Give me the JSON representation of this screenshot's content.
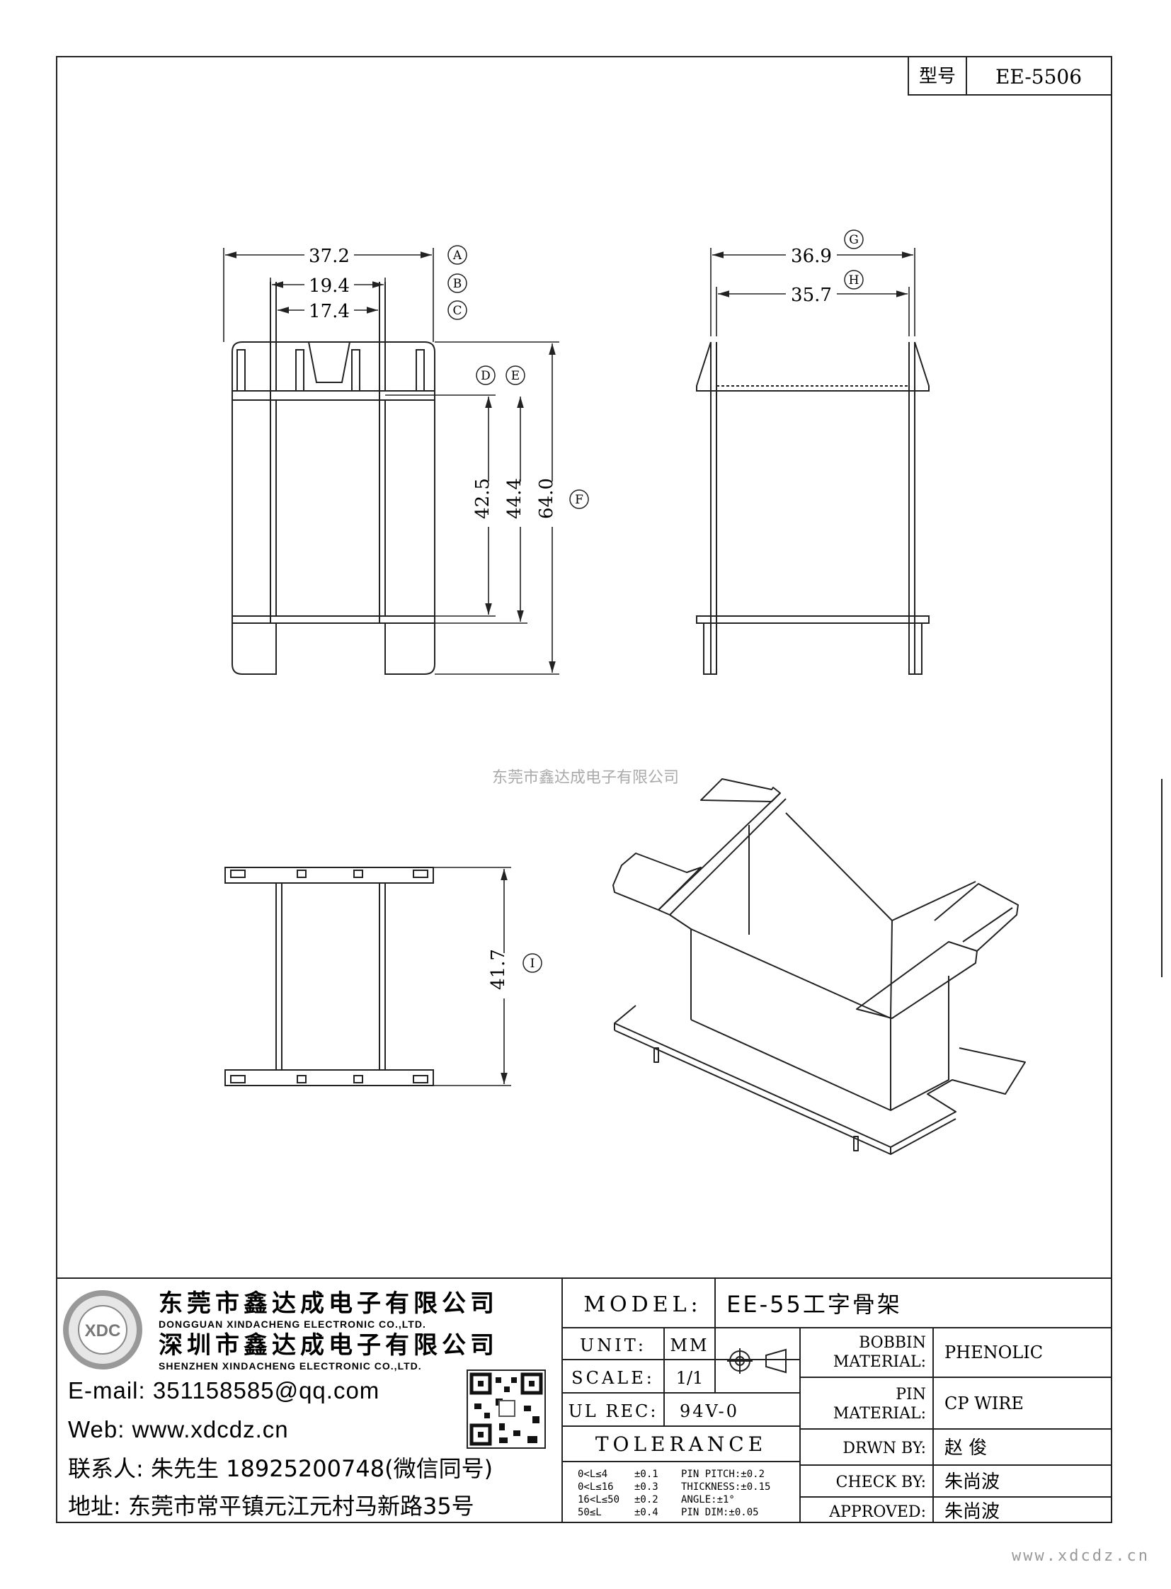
{
  "model_box": {
    "label": "型号",
    "value": "EE-5506"
  },
  "dimensions": {
    "A": "37.2",
    "B": "19.4",
    "C": "17.4",
    "D": "42.5",
    "E": "44.4",
    "F": "64.0",
    "G": "36.9",
    "H": "35.7",
    "I": "41.7"
  },
  "callouts": {
    "A": "A",
    "B": "B",
    "C": "C",
    "D": "D",
    "E": "E",
    "F": "F",
    "G": "G",
    "H": "H",
    "I": "I"
  },
  "watermark": "东莞市鑫达成电子有限公司",
  "company": {
    "logo_letters": "XDC",
    "name_dg": "东莞市鑫达成电子有限公司",
    "name_dg_en": "DONGGUAN XINDACHENG ELECTRONIC CO.,LTD.",
    "name_sz": "深圳市鑫达成电子有限公司",
    "name_sz_en": "SHENZHEN XINDACHENG ELECTRONIC CO.,LTD.",
    "email": "E-mail: 351158585@qq.com",
    "web": "Web: www.xdcdz.cn",
    "contact": "联系人: 朱先生 18925200748(微信同号)",
    "address": "地址: 东莞市常平镇元江元村马新路35号"
  },
  "title_block": {
    "model_label": "MODEL:",
    "model_value": "EE-55工字骨架",
    "unit_label": "UNIT:",
    "unit_value": "MM",
    "scale_label": "SCALE:",
    "scale_value": "1/1",
    "ulrec_label": "UL REC:",
    "ulrec_value": "94V-0",
    "tolerance_label": "TOLERANCE",
    "bobbin_material_label_1": "BOBBIN",
    "bobbin_material_label_2": "MATERIAL:",
    "bobbin_material_value": "PHENOLIC",
    "pin_material_label_1": "PIN",
    "pin_material_label_2": "MATERIAL:",
    "pin_material_value": "CP WIRE",
    "drawn_label": "DRWN BY:",
    "drawn_value": "赵  俊",
    "check_label": "CHECK BY:",
    "check_value": "朱尚波",
    "approved_label": "APPROVED:",
    "approved_value": "朱尚波",
    "tolerance_rows": [
      {
        "range": "0<L≤4",
        "tol": "±0.1",
        "spec": "PIN PITCH:±0.2"
      },
      {
        "range": "0<L≤16",
        "tol": "±0.3",
        "spec": "THICKNESS:±0.15"
      },
      {
        "range": "16<L≤50",
        "tol": "±0.2",
        "spec": "ANGLE:±1°"
      },
      {
        "range": "50≤L",
        "tol": "±0.4",
        "spec": "PIN DIM:±0.05"
      }
    ]
  },
  "footer_url": "www.xdcdz.cn"
}
